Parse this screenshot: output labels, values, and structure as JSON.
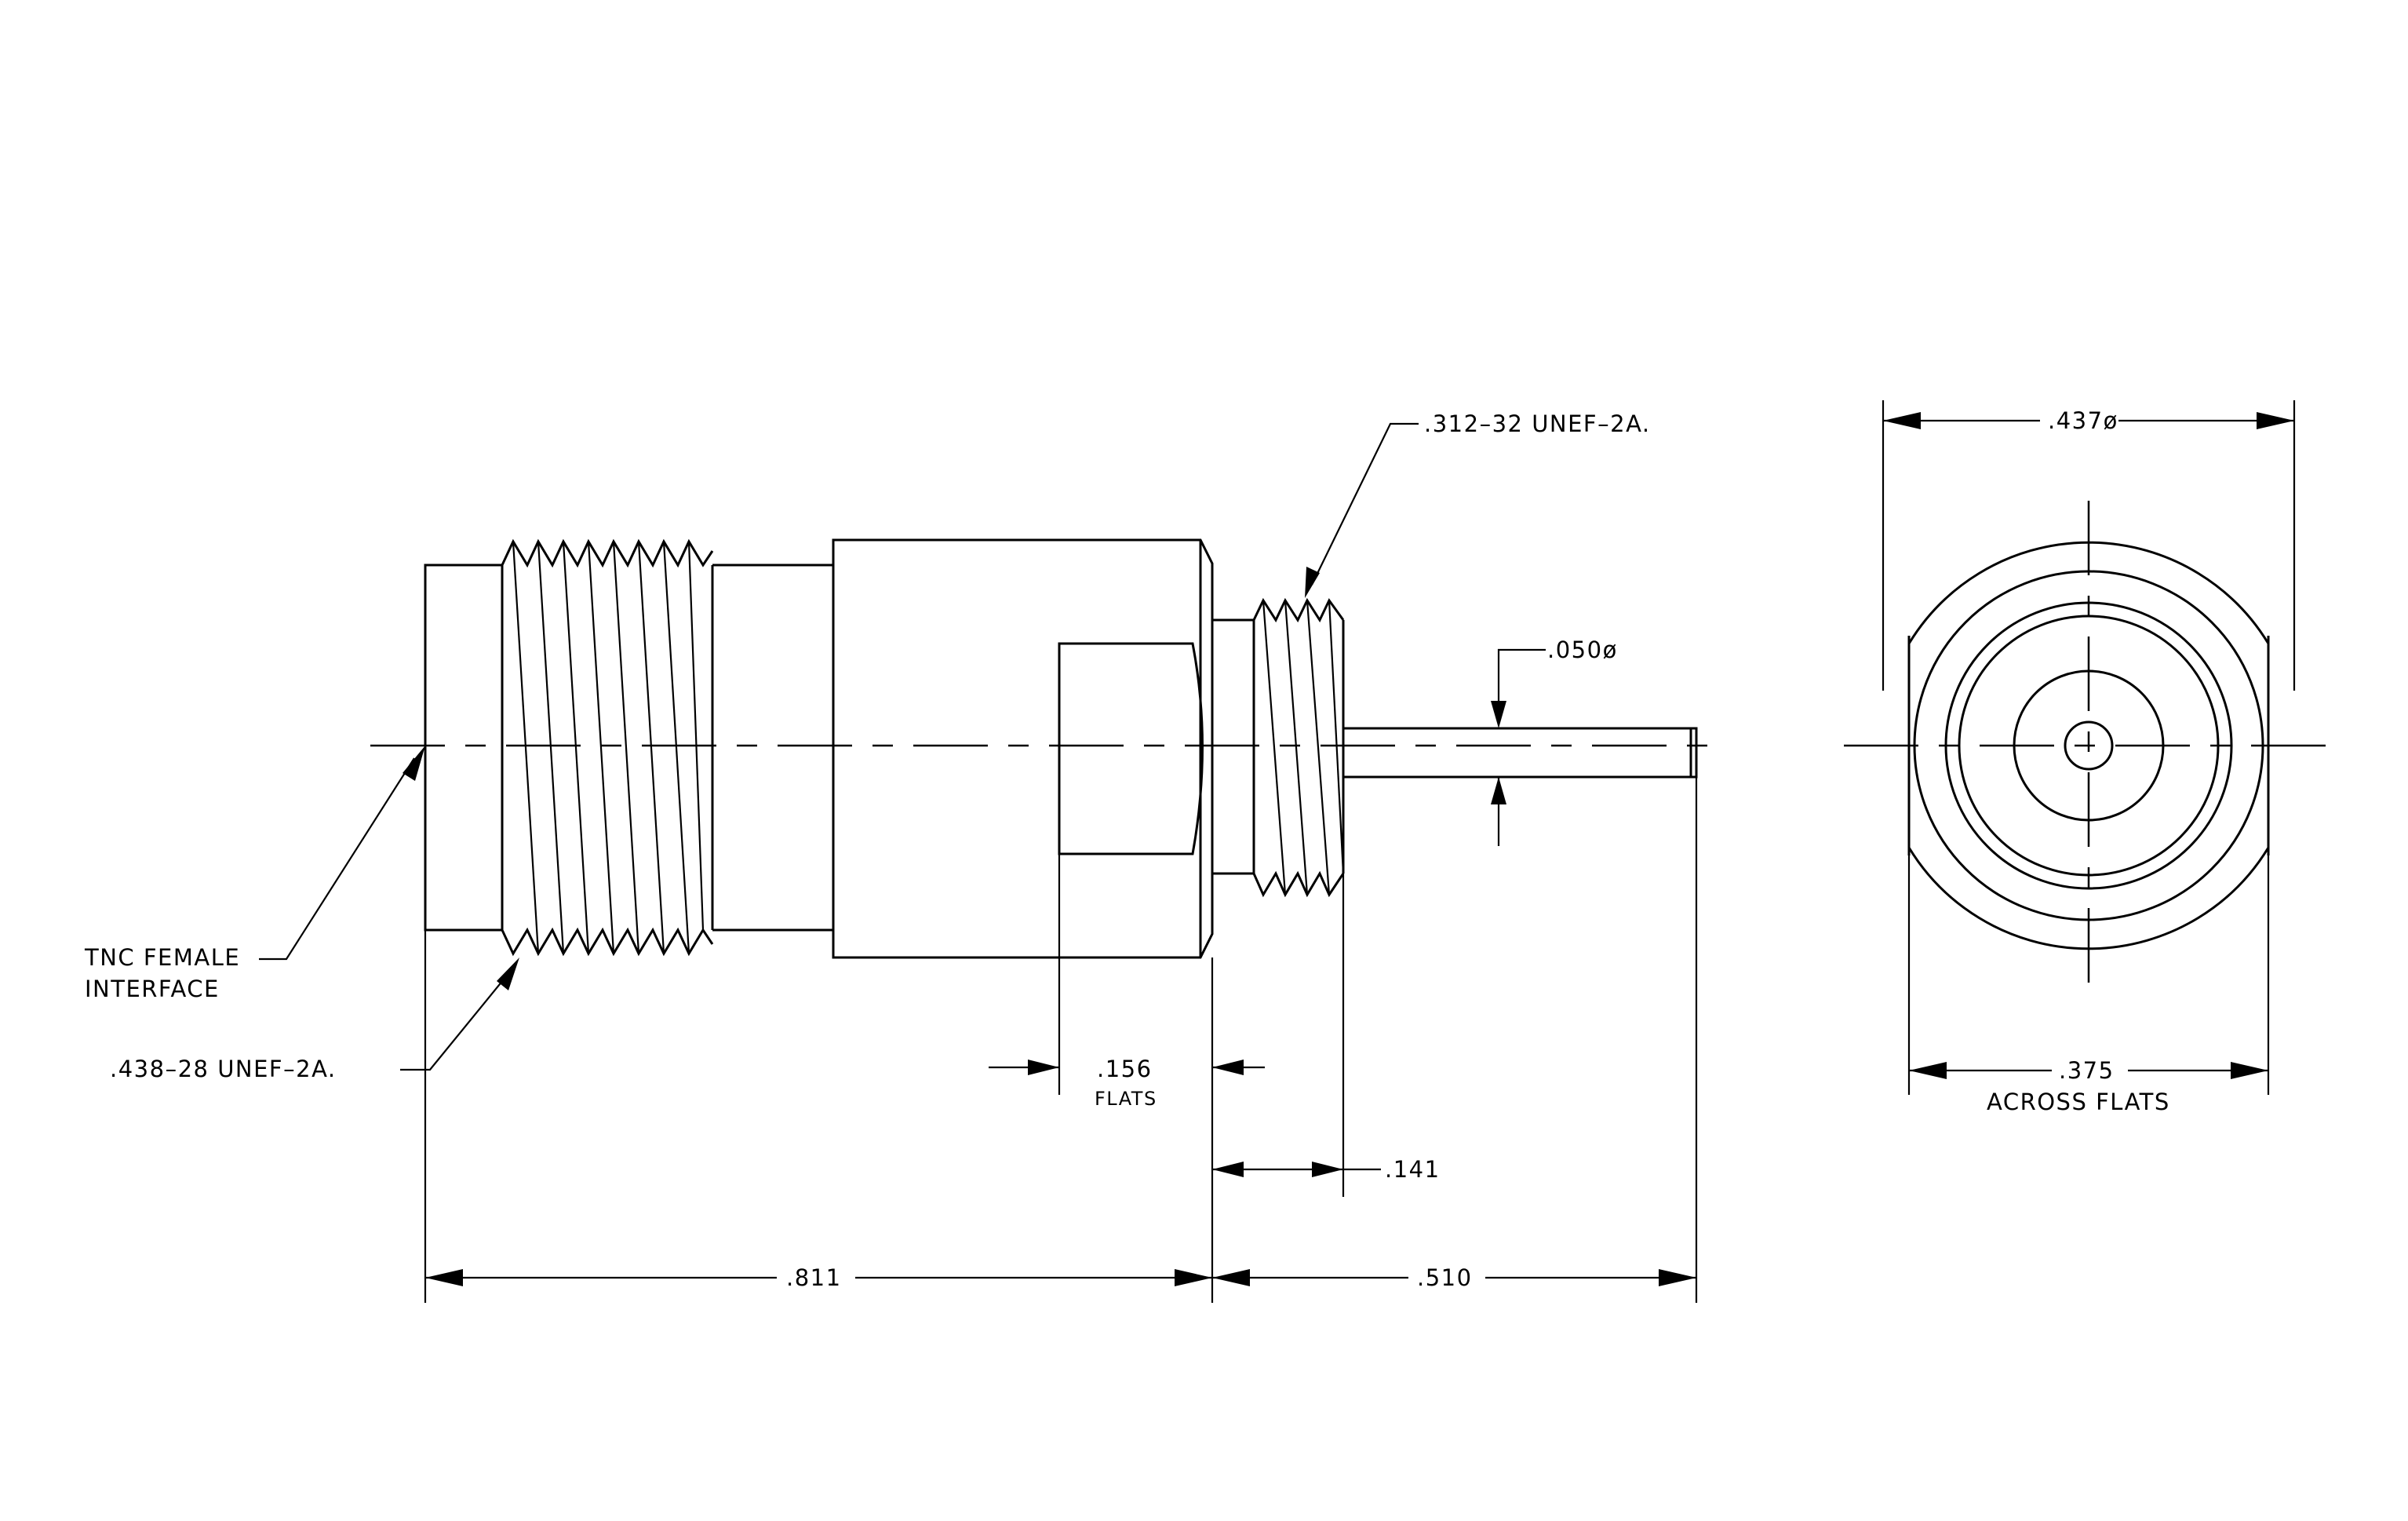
{
  "labels": {
    "tnc_line1": "TNC FEMALE",
    "tnc_line2": "INTERFACE",
    "thread_438": ".438–28 UNEF–2A.",
    "thread_312": ".312–32 UNEF–2A.",
    "pin_dia": ".050ø",
    "flats_156_value": ".156",
    "flats_156_word": "FLATS",
    "dim_141": ".141",
    "dim_811": ".811",
    "dim_510": ".510",
    "dia_437": ".437ø",
    "dim_375": ".375",
    "across_flats": "ACROSS FLATS"
  }
}
